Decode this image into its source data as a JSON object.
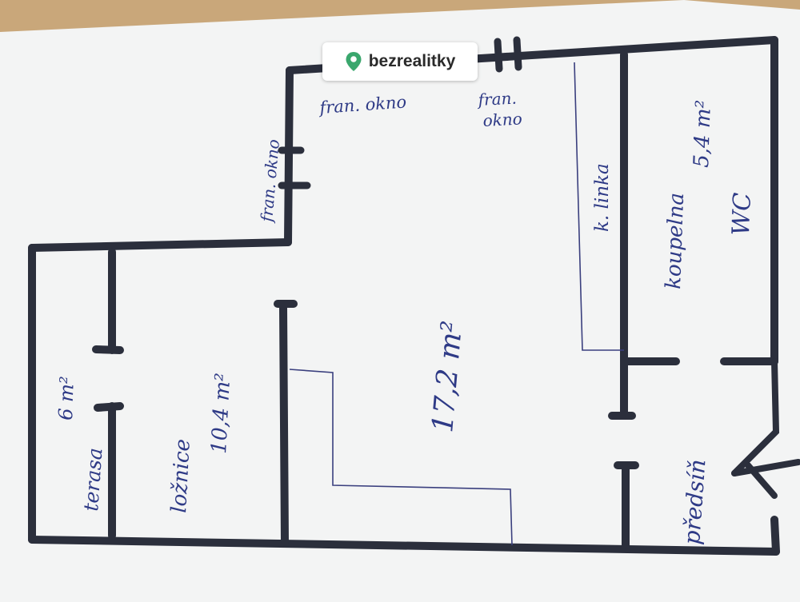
{
  "brand": {
    "name": "bezrealitky",
    "icon": "map-pin-icon",
    "color": "#3aa76d"
  },
  "colors": {
    "wall": "#2b2f3c",
    "ink": "#2e3a86",
    "paper": "#f3f4f4",
    "table": "#c9a77a"
  },
  "labels": {
    "window_top_left": "fran. okno",
    "window_top_right_line1": "fran.",
    "window_top_right_line2": "okno",
    "window_left": "fran. okno",
    "kitchen": "k. linka",
    "bathroom": "koupelna",
    "bathroom_area": "5,4 m²",
    "wc": "WC",
    "living_area": "17,2 m²",
    "bedroom": "ložnice",
    "bedroom_area": "10,4 m²",
    "terrace": "terasa",
    "terrace_area": "6 m²",
    "hall": "předsíň"
  }
}
